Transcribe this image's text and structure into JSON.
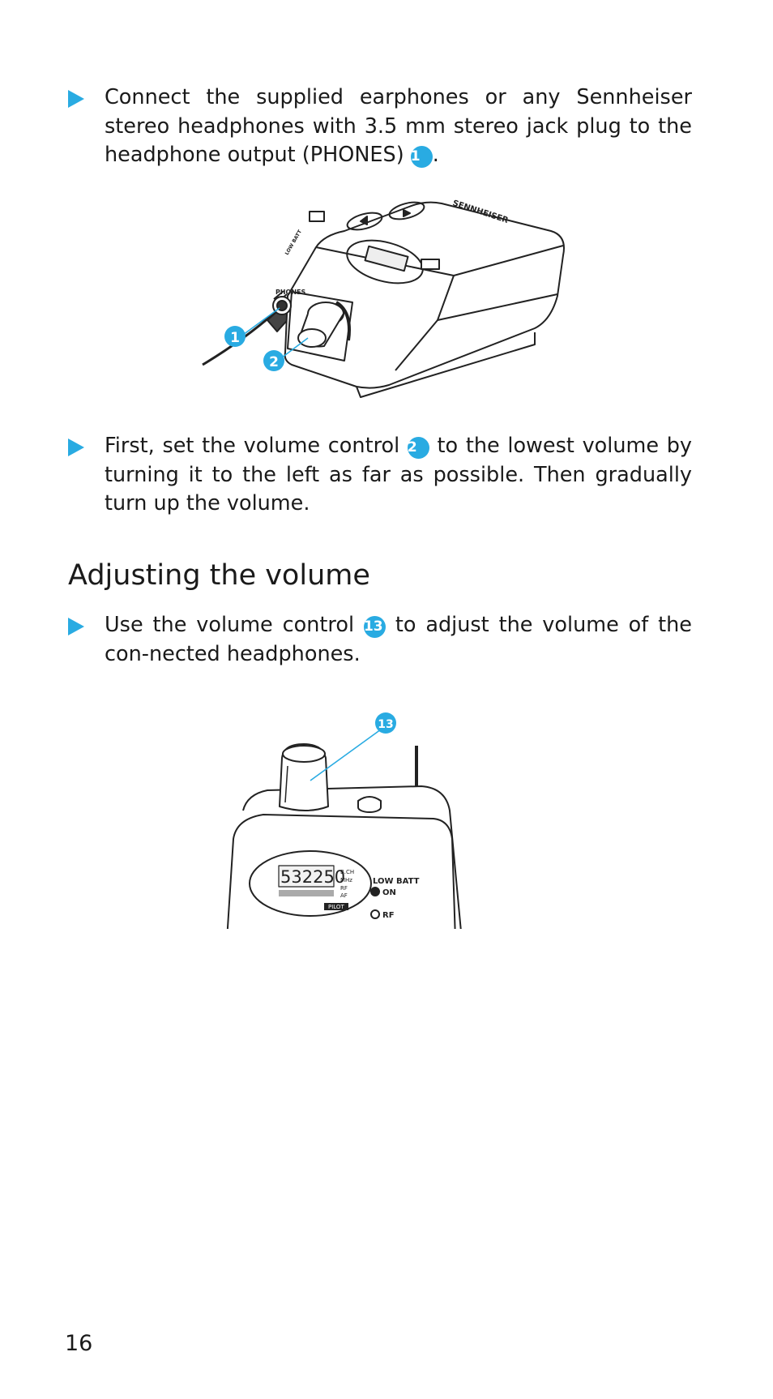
{
  "steps": [
    {
      "before": "Connect the supplied earphones or any Sennheiser stereo headphones with 3.5 mm stereo jack plug to the headphone output (PHONES) ",
      "ref": "1",
      "after": "."
    },
    {
      "before": "First, set the volume control ",
      "ref": "2",
      "after": " to the lowest volume by turning it to the left as far as possible. Then gradually turn up the volume."
    },
    {
      "before": "Use the volume control ",
      "ref": "13",
      "after": " to adjust the volume of the con-nected headphones."
    }
  ],
  "section_heading": "Adjusting the volume",
  "figure1": {
    "callouts": [
      "1",
      "2"
    ],
    "labels": {
      "phones": "PHONES",
      "brand": "SENNHEISER",
      "low_batt": "LOW BATT"
    }
  },
  "figure2": {
    "callouts": [
      "13"
    ],
    "labels": {
      "display_digits": "532250",
      "low_batt": "LOW BATT",
      "on": "ON",
      "rf": "RF",
      "pilot": "PILOT",
      "unit_b": "B.CH",
      "unit_mhz": "MHz",
      "unit_rf": "RF",
      "unit_af": "AF"
    }
  },
  "page_number": "16",
  "colors": {
    "accent": "#29abe2",
    "text": "#1a1a1a"
  }
}
